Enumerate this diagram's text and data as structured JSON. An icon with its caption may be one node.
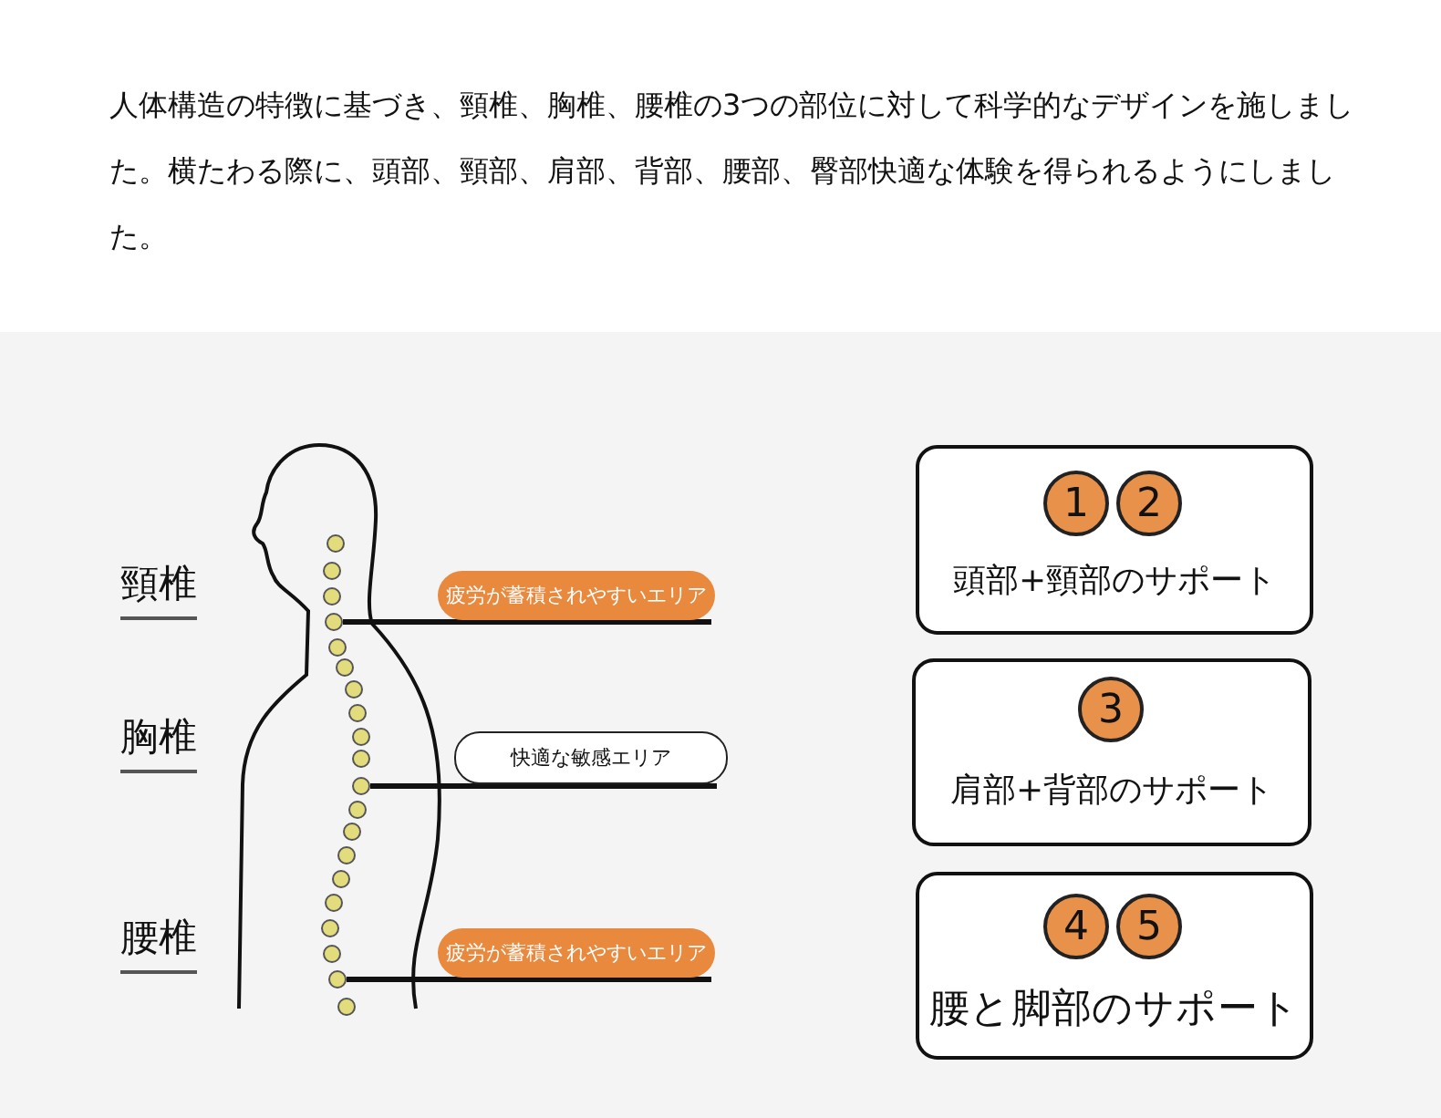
{
  "diagram": {
    "title": "人体構造の特徴に基づき、頸椎、胸椎、腰椎の3つの部位に対して科学的なデザインを施しました。横たわる際に、頭部、頸部、肩部、背部、腰部、臀部快適な体験を得られるようにしました。",
    "nodes": [
      {
        "text": [
          "疲労が蓄積されやすいエリア"
        ]
      },
      {
        "text": [
          "快適な敏感エリア"
        ]
      },
      {
        "text": [
          "疲労が蓄積されやすいエリア"
        ]
      },
      {
        "text": [
          "頭部+頸部のサポート"
        ]
      },
      {
        "text": [
          "1"
        ],
        "in": 3
      },
      {
        "text": [
          "2"
        ],
        "in": 3
      },
      {
        "text": [
          "肩部+背部のサポート"
        ]
      },
      {
        "text": [
          "3"
        ],
        "in": 6
      },
      {
        "text": [
          "腰と脚部のサポート"
        ]
      },
      {
        "text": [
          "4"
        ],
        "in": 8
      },
      {
        "text": [
          "5"
        ],
        "in": 8
      },
      {
        "text": [],
        "shape": "circle"
      },
      {
        "text": [],
        "shape": "circle"
      },
      {
        "text": [],
        "shape": "circle"
      }
    ],
    "edges": [
      {
        "from": 0,
        "to": 11,
        "arrow": "none"
      },
      {
        "from": 1,
        "to": 12,
        "arrow": "none"
      },
      {
        "from": 2,
        "to": 13,
        "arrow": "none"
      }
    ],
    "labels": [
      "頸椎",
      "胸椎",
      "腰椎"
    ]
  }
}
